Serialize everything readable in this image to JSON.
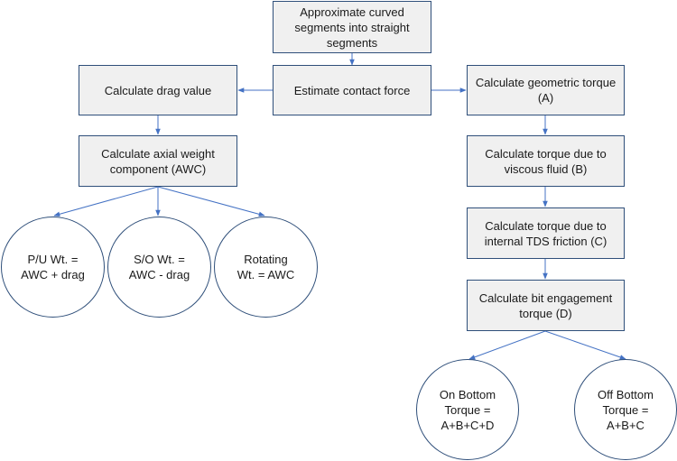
{
  "colors": {
    "line": "#4472c4",
    "border": "#2f4f7a",
    "box_fill": "#f0f0f0"
  },
  "nodes": {
    "approx_segments": "Approximate curved\nsegments into straight\nsegments",
    "estimate_contact_force": "Estimate contact force",
    "calc_drag": "Calculate drag value",
    "calc_axial_weight": "Calculate axial weight\ncomponent (AWC)",
    "calc_geometric_torque": "Calculate geometric torque\n(A)",
    "calc_viscous_torque": "Calculate torque due to\nviscous fluid (B)",
    "calc_tds_friction": "Calculate torque due to\ninternal TDS friction (C)",
    "calc_bit_engagement": "Calculate bit engagement\ntorque (D)",
    "pu_weight": "P/U Wt. =\nAWC + drag",
    "so_weight": "S/O Wt. =\nAWC - drag",
    "rotating_weight": "Rotating\nWt. = AWC",
    "on_bottom_torque": "On Bottom\nTorque =\nA+B+C+D",
    "off_bottom_torque": "Off Bottom\nTorque =\nA+B+C"
  }
}
